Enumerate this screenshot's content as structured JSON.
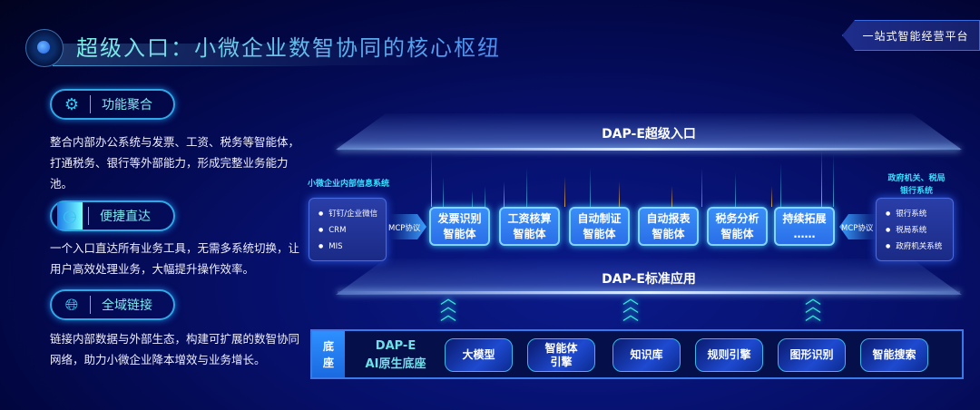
{
  "title": "超级入口：小微企业数智协同的核心枢纽",
  "badge": "一站式智能经营平台",
  "features": [
    {
      "label": "功能聚合",
      "icon": "gears-icon",
      "desc": "整合内部办公系统与发票、工资、税务等智能体，打通税务、银行等外部能力，形成完整业务能力池。"
    },
    {
      "label": "便捷直达",
      "icon": "stopwatch-icon",
      "desc": "一个入口直达所有业务工具，无需多系统切换，让用户高效处理业务，大幅提升操作效率。"
    },
    {
      "label": "全域链接",
      "icon": "globe-network-icon",
      "desc": "链接内部数据与外部生态，构建可扩展的数智协同网络，助力小微企业降本增效与业务增长。"
    }
  ],
  "diagram": {
    "top_layer": "DAP-E超级入口",
    "mid_layer": "DAP-E标准应用",
    "left_system": {
      "title": "小微企业内部信息系统",
      "items": [
        "钉钉/企业微信",
        "CRM",
        "MIS"
      ],
      "protocol": "MCP协议"
    },
    "right_system": {
      "title_line1": "政府机关、税局",
      "title_line2": "银行系统",
      "items": [
        "银行系统",
        "税局系统",
        "政府机关系统"
      ],
      "protocol": "MCP协议"
    },
    "agents": [
      [
        "发票识别",
        "智能体"
      ],
      [
        "工资核算",
        "智能体"
      ],
      [
        "自动制证",
        "智能体"
      ],
      [
        "自动报表",
        "智能体"
      ],
      [
        "税务分析",
        "智能体"
      ],
      [
        "持续拓展",
        "……"
      ]
    ],
    "base": {
      "tag": [
        "底",
        "座"
      ],
      "title_line1": "DAP-E",
      "title_line2": "AI原生底座",
      "items": [
        [
          "大模型"
        ],
        [
          "智能体",
          "引擎"
        ],
        [
          "知识库"
        ],
        [
          "规则引擎"
        ],
        [
          "图形识别"
        ],
        [
          "智能搜索"
        ]
      ]
    }
  }
}
